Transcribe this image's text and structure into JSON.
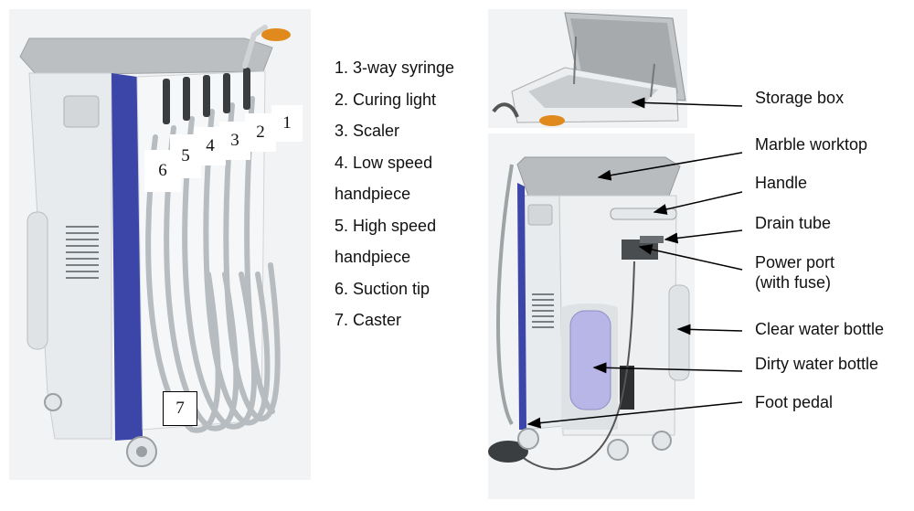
{
  "legend": [
    "1.  3-way syringe",
    "2.  Curing light",
    "3.  Scaler",
    "4.  Low speed",
    "handpiece",
    "5.  High speed",
    "handpiece",
    "6.  Suction tip",
    "7.  Caster"
  ],
  "left_photo_numbers": [
    "1",
    "2",
    "3",
    "4",
    "5",
    "6",
    "7"
  ],
  "callouts": [
    "Storage box",
    "Marble worktop",
    "Handle",
    "Drain tube",
    "Power port",
    "(with fuse)",
    "Clear water bottle",
    "Dirty water bottle",
    "Foot pedal"
  ],
  "colors": {
    "cabinet": "#e9ecee",
    "worktop": "#b9bcbe",
    "blue_trim": "#3b46a8",
    "hose": "#b7bcc0",
    "dirty_bottle": "#b8b6e6",
    "clear_bottle": "#dfe3e6"
  }
}
